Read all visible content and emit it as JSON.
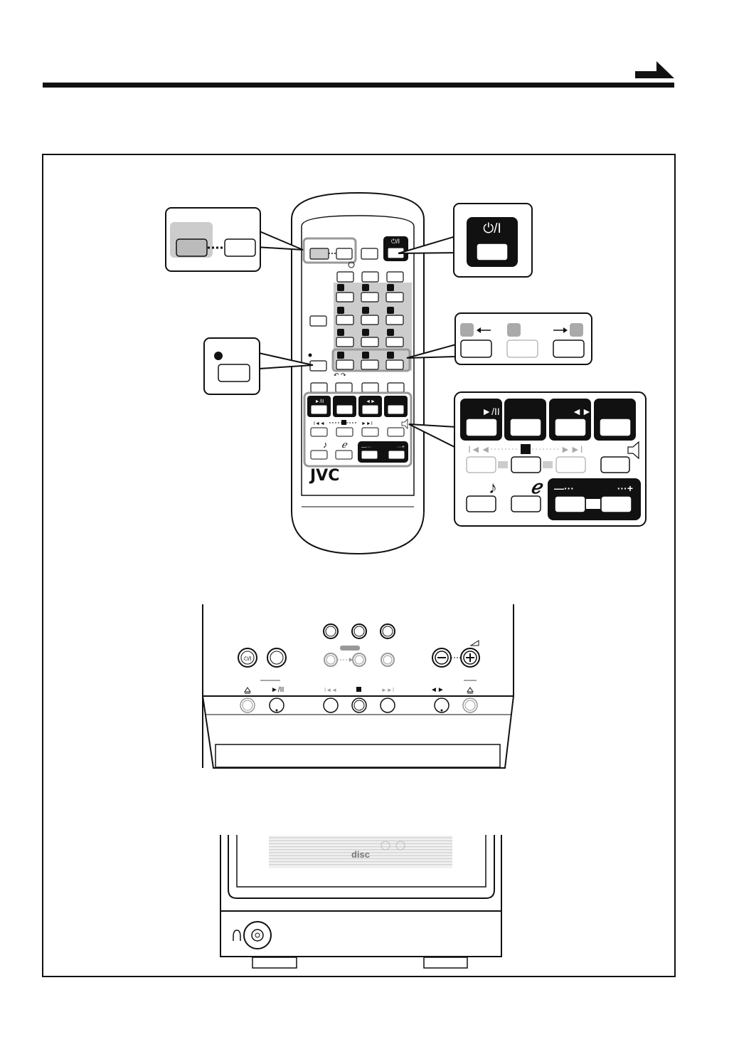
{
  "remote": {
    "brand": "JVC",
    "power_symbol": "⏻/I",
    "play_pause_symbol": "►/II",
    "skip_back_symbol": "I◄◄",
    "skip_fwd_symbol": "►►I",
    "stop_symbol": "■",
    "direction_symbol": "◄►",
    "volume_minus": "—···",
    "volume_plus": "···+"
  },
  "main_unit": {
    "logo_text": "disc"
  }
}
